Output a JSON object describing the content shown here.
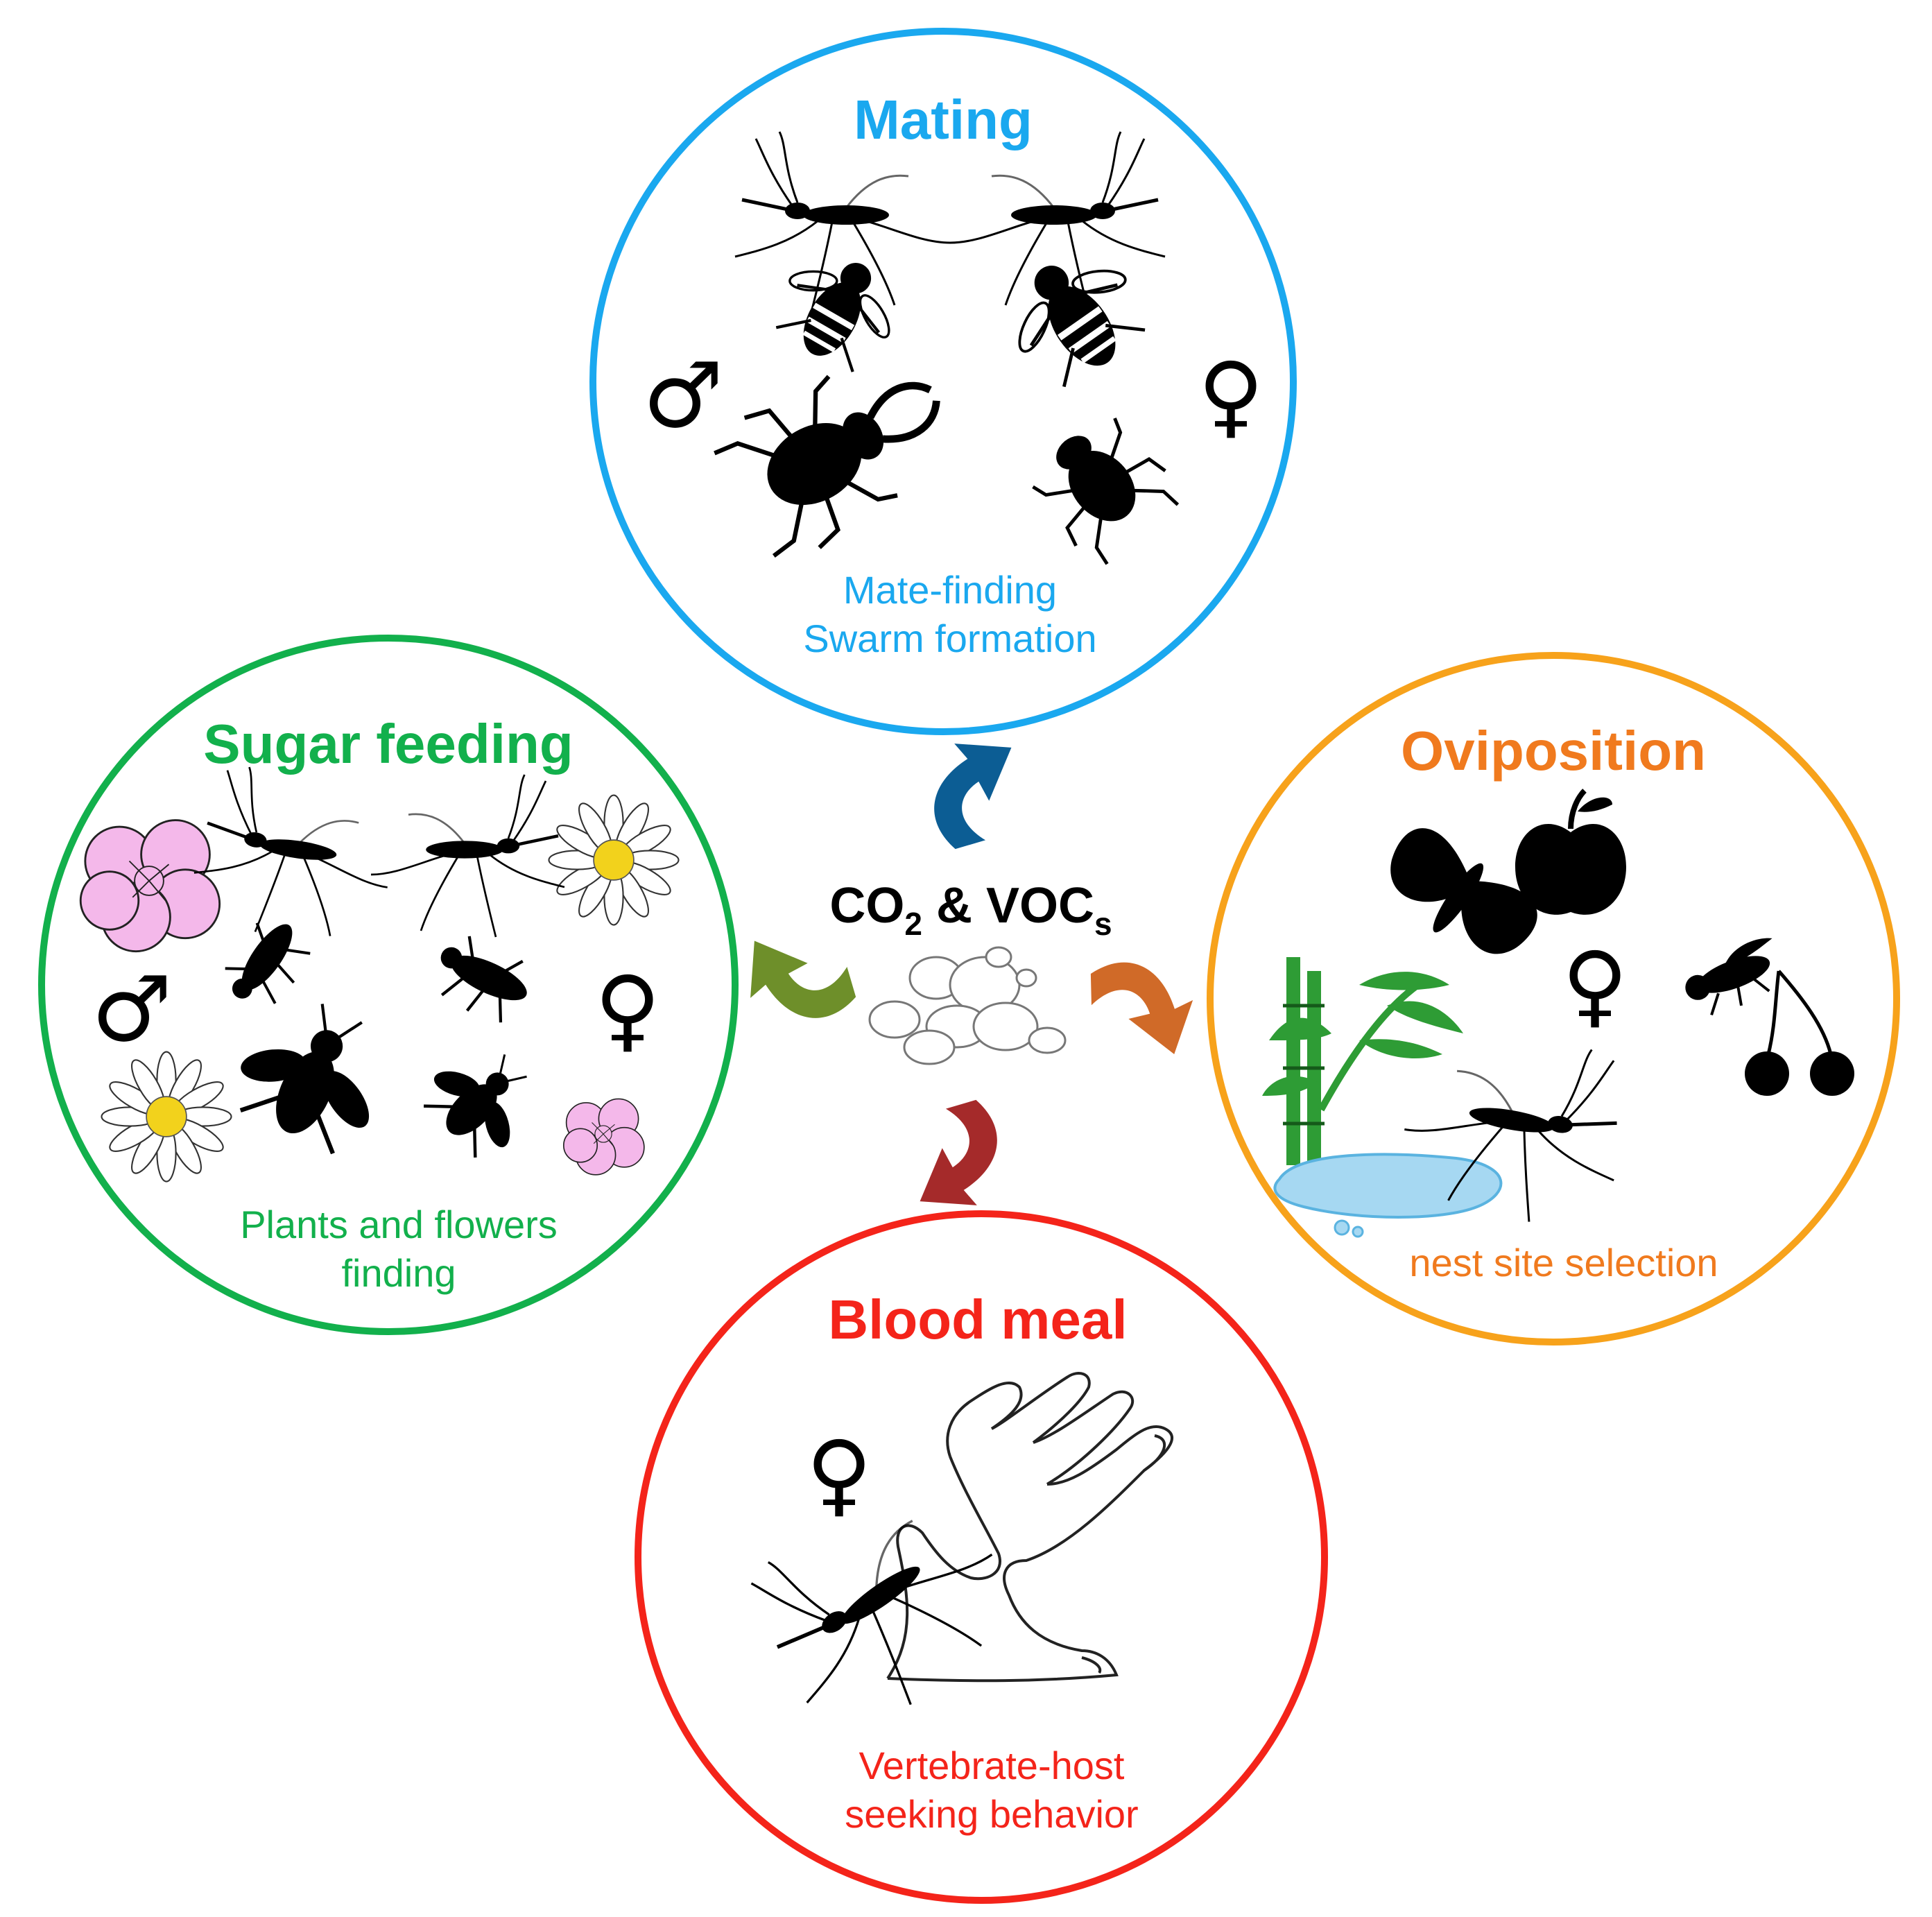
{
  "center": {
    "label_main": "CO",
    "label_sub2": "2",
    "label_mid": " & VOC",
    "label_subs": "s",
    "icon": "yeast-cells-icon"
  },
  "colors": {
    "mating": "#1aa8ef",
    "sugar": "#12b04c",
    "oviposition": "#f7a21b",
    "oviposition_text": "#f07a1e",
    "blood": "#f4241a",
    "arrow_mating": "#0c5d94",
    "arrow_sugar": "#6e8f2a",
    "arrow_oviposition": "#d06a28",
    "arrow_blood": "#a52a2a"
  },
  "mating": {
    "title": "Mating",
    "captions": [
      "Mate-finding",
      "Swarm formation"
    ],
    "male_symbol": "♂",
    "female_symbol": "♀",
    "icons": [
      "mosquito-icon",
      "mosquito-icon",
      "bee-icon",
      "bee-icon",
      "stag-beetle-icon",
      "beetle-icon"
    ]
  },
  "sugar": {
    "title": "Sugar feeding",
    "captions": [
      "Plants and flowers",
      "finding"
    ],
    "male_symbol": "♂",
    "female_symbol": "♀",
    "icons": [
      "pink-flower-icon",
      "daisy-icon",
      "mosquito-icon",
      "mosquito-icon",
      "fly-icon",
      "fly-icon",
      "bee-icon",
      "bee-icon"
    ]
  },
  "oviposition": {
    "title": "Oviposition",
    "captions": [
      "nest site selection"
    ],
    "female_symbol": "♀",
    "icons": [
      "moth-icon",
      "apple-icon",
      "bamboo-icon",
      "fruit-fly-icon",
      "cherry-icon",
      "mosquito-icon",
      "water-puddle-icon"
    ]
  },
  "blood": {
    "title": "Blood meal",
    "captions": [
      "Vertebrate-host",
      "seeking behavior"
    ],
    "female_symbol": "♀",
    "icons": [
      "mosquito-icon",
      "hand-icon"
    ]
  }
}
